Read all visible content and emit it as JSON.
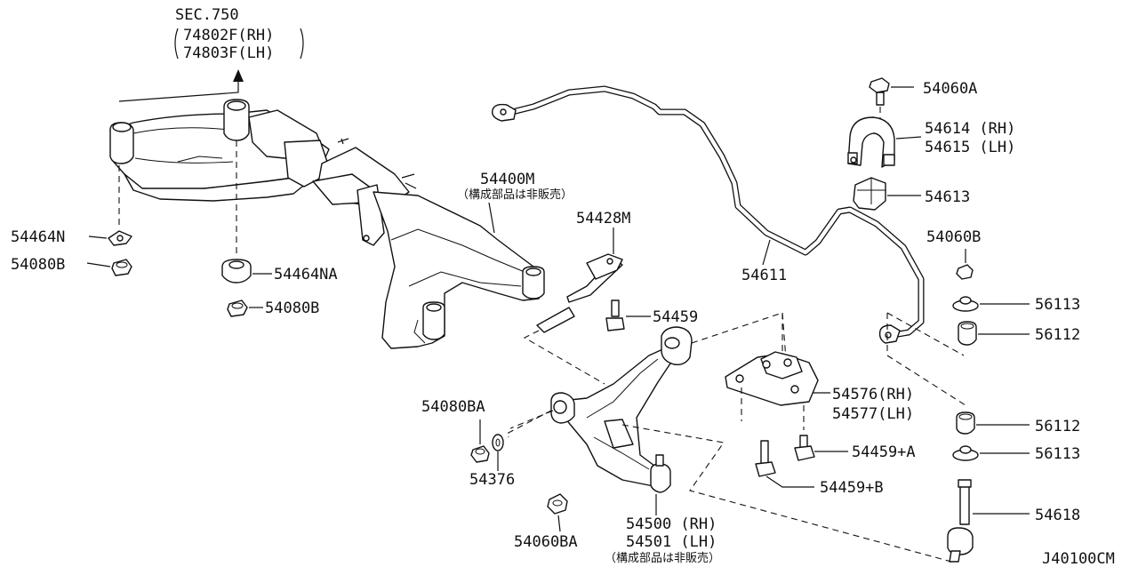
{
  "diagram": {
    "section": {
      "title": "SEC.750",
      "rh": "74802F(RH)",
      "lh": "74803F(LH)"
    },
    "labels": {
      "p54464N": "54464N",
      "p54080B_a": "54080B",
      "p54464NA": "54464NA",
      "p54080B_b": "54080B",
      "p54400M": "54400M",
      "p54400M_note": "（構成部品は非販売）",
      "p54428M": "54428M",
      "p54459": "54459",
      "p54611": "54611",
      "p54060A": "54060A",
      "p54614": "54614 (RH)",
      "p54615": "54615 (LH)",
      "p54613": "54613",
      "p54060B": "54060B",
      "p56113_a": "56113",
      "p56112_a": "56112",
      "p54576": "54576(RH)",
      "p54577": "54577(LH)",
      "p54080BA": "54080BA",
      "p54376": "54376",
      "p56112_b": "56112",
      "p54459A": "54459+A",
      "p56113_b": "56113",
      "p54459B": "54459+B",
      "p54618": "54618",
      "p54500": "54500 (RH)",
      "p54501": "54501 (LH)",
      "p54500_note": "（構成部品は非販売）",
      "p54060BA": "54060BA"
    },
    "code": "J40100CM"
  }
}
